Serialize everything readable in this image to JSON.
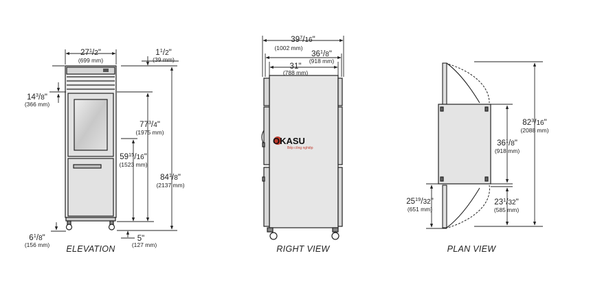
{
  "views": {
    "elevation": {
      "title": "ELEVATION",
      "dims": {
        "width": {
          "whole": "27",
          "num": "1",
          "den": "2",
          "mm": "(699 mm)"
        },
        "top_offset": {
          "whole": "1",
          "num": "1",
          "den": "2",
          "mm": "(39 mm)"
        },
        "upper_section": {
          "whole": "14",
          "num": "3",
          "den": "8",
          "mm": "(366 mm)"
        },
        "door_height": {
          "whole": "77",
          "num": "3",
          "den": "4",
          "mm": "(1975 mm)"
        },
        "handle_height": {
          "whole": "59",
          "num": "15",
          "den": "16",
          "mm": "(1523 mm)"
        },
        "overall_height": {
          "whole": "84",
          "num": "1",
          "den": "8",
          "mm": "(2137 mm)"
        },
        "caster_height": {
          "whole": "6",
          "num": "1",
          "den": "8",
          "mm": "(156 mm)"
        },
        "base_offset": {
          "whole": "5",
          "num": "",
          "den": "",
          "mm": "(127 mm)"
        }
      }
    },
    "right": {
      "title": "RIGHT VIEW",
      "dims": {
        "overall_depth": {
          "whole": "39",
          "num": "7",
          "den": "16",
          "mm": "(1002 mm)"
        },
        "cabinet_depth": {
          "whole": "36",
          "num": "1",
          "den": "8",
          "mm": "(918 mm)"
        },
        "body_depth": {
          "whole": "31",
          "num": "",
          "den": "",
          "mm": "(788 mm)"
        }
      },
      "logo": {
        "text": "OKASU",
        "sub": "Bếp công nghiệp"
      }
    },
    "plan": {
      "title": "PLAN VIEW",
      "dims": {
        "swing_total": {
          "whole": "82",
          "num": "3",
          "den": "16",
          "mm": "(2088 mm)"
        },
        "depth": {
          "whole": "36",
          "num": "1",
          "den": "8",
          "mm": "(918 mm)"
        },
        "door_left": {
          "whole": "25",
          "num": "19",
          "den": "32",
          "mm": "(651 mm)"
        },
        "door_right": {
          "whole": "23",
          "num": "1",
          "den": "32",
          "mm": "(585 mm)"
        }
      }
    }
  },
  "colors": {
    "line": "#222222",
    "cabinet_fill": "#e8e8e8",
    "panel_fill": "#d4d4d4",
    "glass_fill": "#cfcfcf"
  }
}
